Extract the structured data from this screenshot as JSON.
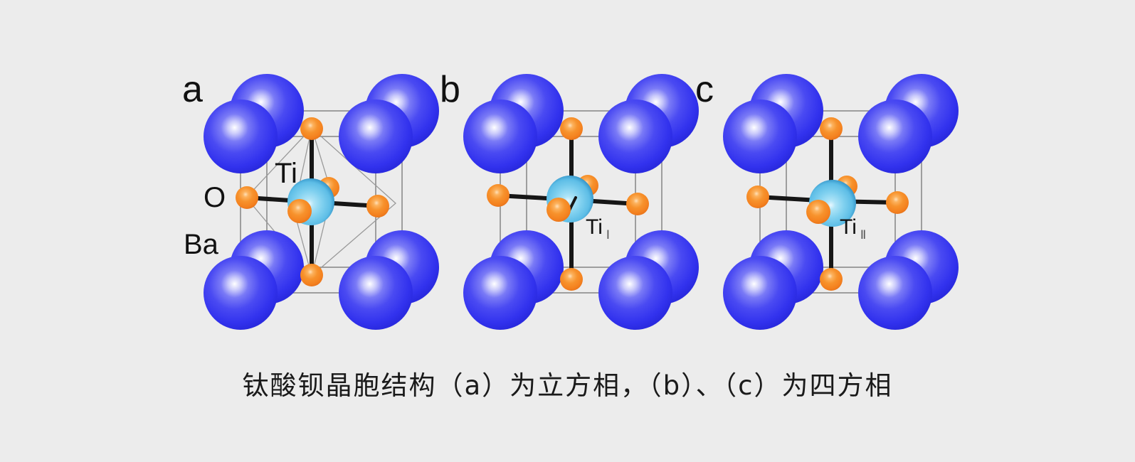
{
  "figure": {
    "background_color": "#ececec",
    "caption": "钛酸钡晶胞结构（a）为立方相，（b）、（c）为四方相",
    "panels": [
      {
        "letter": "a",
        "phase": "cubic",
        "labels": {
          "ti": "Ti",
          "o": "O",
          "ba": "Ba"
        },
        "center_label": "Ti",
        "center_subscript": ""
      },
      {
        "letter": "b",
        "phase": "tetragonal",
        "center_label": "Ti",
        "center_subscript": "Ⅰ"
      },
      {
        "letter": "c",
        "phase": "tetragonal",
        "center_label": "Ti",
        "center_subscript": "Ⅱ"
      }
    ]
  },
  "legend": {
    "ba": {
      "name": "Ba",
      "color": "#3b3bf0",
      "highlight": "#ffffff"
    },
    "ti": {
      "name": "Ti",
      "color": "#6ec8ee",
      "rim": "#1c6ea8"
    },
    "o": {
      "name": "O",
      "color": "#f58220",
      "highlight": "#ffc98a"
    }
  },
  "geometry": {
    "cell_line_color": "#8a8a8a",
    "bond_color": "#161616",
    "ba_radius": 52,
    "o_radius": 15,
    "ti_radius": 33
  }
}
